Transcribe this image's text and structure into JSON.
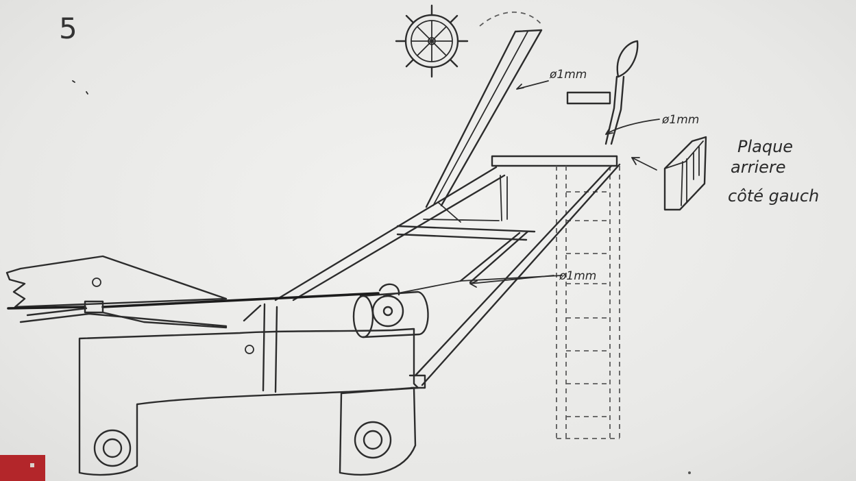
{
  "step_number": "5",
  "dimension_labels": {
    "rod_top": "ø1mm",
    "seat_post": "ø1mm",
    "tie_rod": "ø1mm"
  },
  "note": {
    "line1": "Plaque",
    "line2": "arriere",
    "line3": "côté gauch"
  },
  "colors": {
    "paper": "#ececea",
    "ink": "#2c2c2c",
    "corner_object": "#b3262a"
  },
  "icons": [
    "steering-wheel-icon",
    "seat-icon",
    "rear-plate-icon",
    "ladder-icon",
    "wheel-icon",
    "drum-icon"
  ]
}
